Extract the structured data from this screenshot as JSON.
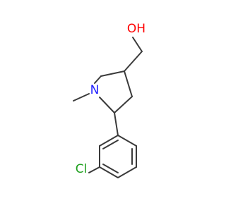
{
  "molecule": {
    "atom_labels": {
      "hydroxyl": "OH",
      "nitrogen": "N",
      "chlorine": "Cl"
    },
    "colors": {
      "bond": "#3a3a3a",
      "oxygen": "#ff0000",
      "nitrogen": "#2020ff",
      "chlorine": "#1fa01f"
    }
  }
}
